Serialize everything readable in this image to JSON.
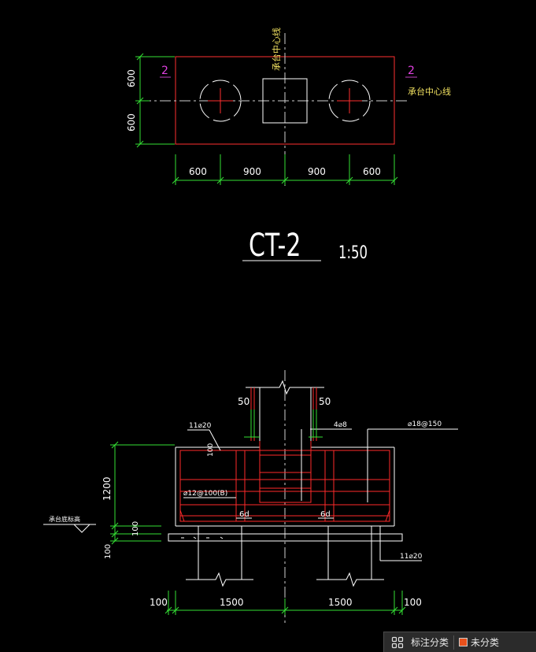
{
  "plan": {
    "dims_left": [
      "600",
      "600"
    ],
    "dims_bottom": [
      "600",
      "900",
      "900",
      "600"
    ],
    "section_mark": "2",
    "centerline_label": "承台中心线"
  },
  "title": {
    "name": "CT-2",
    "scale": "1:50"
  },
  "section": {
    "dim_top_left": "50",
    "dim_top_right": "50",
    "rebar_top": "11⌀20",
    "rebar_stirrup": "4⌀8",
    "rebar_mesh": "⌀18@150",
    "rebar_side": "⌀12@100(B)",
    "rebar_bottom": "11⌀20",
    "dim_100_small": "100",
    "dim_6d_left": "6d",
    "dim_6d_right": "6d",
    "dim_height_1200": "1200",
    "dim_height_100": "100",
    "dim_height_100b": "100",
    "elev_label": "承台底标高",
    "dims_bottom": [
      "100",
      "1500",
      "1500",
      "100"
    ]
  },
  "status_bar": {
    "icon": "grid-icon",
    "label": "标注分类",
    "value": "未分类",
    "swatch_color": "#e8511c"
  }
}
